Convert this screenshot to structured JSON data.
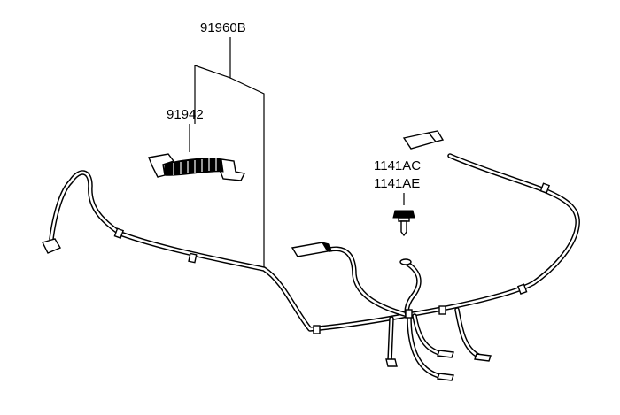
{
  "labels": {
    "p91960b": "91960B",
    "p91942": "91942",
    "p1141ac": "1141AC",
    "p1141ae": "1141AE"
  },
  "colors": {
    "ink": "#000000",
    "paper": "#ffffff"
  }
}
